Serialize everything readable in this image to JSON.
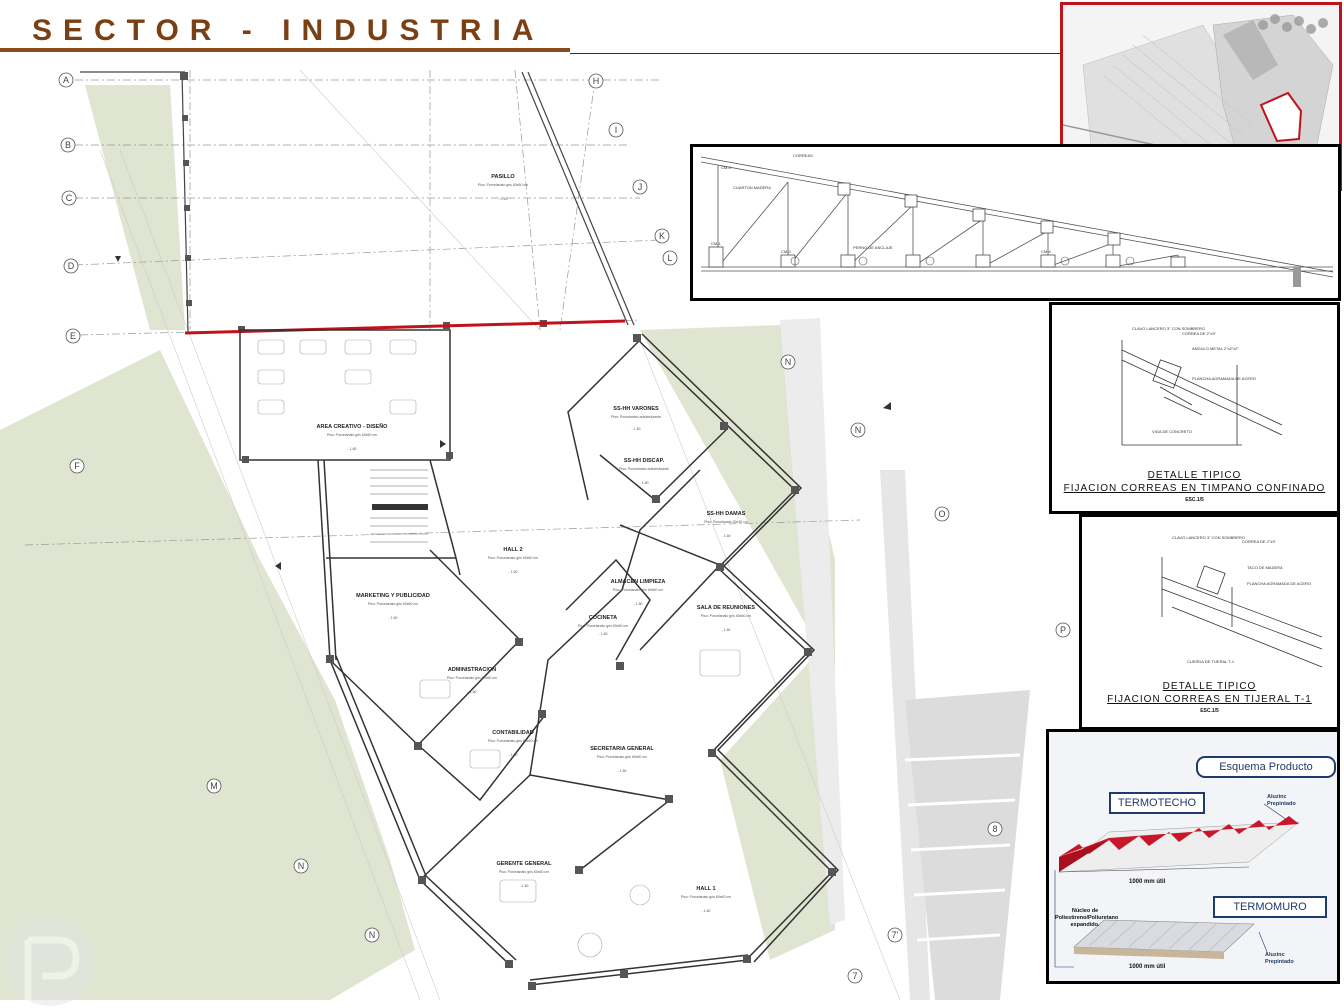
{
  "header": {
    "title": "SECTOR - INDUSTRIA"
  },
  "plan": {
    "rooms": [
      {
        "name": "PASILLO",
        "info": "Piso: Porcelanato gris 60x60 cm",
        "level": "- 0.15"
      },
      {
        "name": "AREA CREATIVO - DISEÑO",
        "info": "Piso: Porcelanato gris 60x60 cm",
        "level": "- 1.60"
      },
      {
        "name": "SS-HH VARONES",
        "info": "Piso: Porcelanato antideslizante",
        "level": "- 1.60"
      },
      {
        "name": "SS-HH DISCAP.",
        "info": "Piso: Porcelanato antideslizante",
        "level": "- 1.60"
      },
      {
        "name": "SS-HH DAMAS",
        "info": "Piso: Porcelanato 30x30 cm",
        "level": "- 1.60"
      },
      {
        "name": "HALL 2",
        "info": "Piso: Porcelanato gris 60x60 cm",
        "level": "- 1.60"
      },
      {
        "name": "MARKETING Y PUBLICIDAD",
        "info": "Piso: Porcelanato gris 60x60 cm",
        "level": "- 1.60"
      },
      {
        "name": "ALMACEN LIMPIEZA",
        "info": "Piso: Porcelanato gris 60x60 cm",
        "level": "- 1.60"
      },
      {
        "name": "COCINETA",
        "info": "Piso: Porcelanato gris 60x60 cm",
        "level": "- 1.60"
      },
      {
        "name": "SALA DE REUNIONES",
        "info": "Piso: Porcelanato gris 60x60 cm",
        "level": "- 1.60"
      },
      {
        "name": "ADMINISTRACION",
        "info": "Piso: Porcelanato gris 60x60 cm",
        "level": "- 1.60"
      },
      {
        "name": "CONTABILIDAD",
        "info": "Piso: Porcelanato gris 60x60 cm",
        "level": "- 1.60"
      },
      {
        "name": "SECRETARIA GENERAL",
        "info": "Piso: Porcelanato gris 60x60 cm",
        "level": "- 1.60"
      },
      {
        "name": "GERENTE GENERAL",
        "info": "Piso: Porcelanato gris 60x60 cm",
        "level": "- 1.60"
      },
      {
        "name": "HALL 1",
        "info": "Piso: Porcelanato gris 60x60 cm",
        "level": "- 1.60"
      }
    ],
    "axes": [
      "A",
      "B",
      "C",
      "D",
      "E",
      "F",
      "H",
      "I",
      "J",
      "K",
      "L",
      "N",
      "N",
      "O",
      "P",
      "M",
      "N",
      "N",
      "8",
      "7'",
      "7"
    ]
  },
  "truss_panel": {
    "labels": [
      "CM-3",
      "CM-1",
      "CM-2",
      "CM-4",
      "CORREAS",
      "CUARTON MADERA",
      "PERNO DE ANCLAJE"
    ]
  },
  "detail_1": {
    "title_line1": "DETALLE TIPICO",
    "title_line2": "FIJACION CORREAS EN TIMPANO CONFINADO",
    "scale": "ESC.1/5",
    "notes": [
      "CLAVO LANCERO 3\" CON SOMBRERO",
      "CORREA DE 2\"x3\"",
      "ANGULO METAL 2\"x2\"x2\"",
      "PLANCHA AGRAMADA DE ACERO",
      "VIGA DE CONCRETO"
    ]
  },
  "detail_2": {
    "title_line1": "DETALLE TIPICO",
    "title_line2": "FIJACION CORREAS EN TIJERAL T-1",
    "scale": "ESC.1/5",
    "notes": [
      "CLAVO LANCERO 3\" CON SOMBRERO",
      "CORREA DE 2\"x3\"",
      "TACO DE MADERA",
      "PLANCHA AGRAMADA DE ACERO",
      "CUERDA DE TIJERAL T-1"
    ]
  },
  "product": {
    "heading": "Esquema Producto",
    "termotecho": "TERMOTECHO",
    "termomuro": "TERMOMURO",
    "aluzinc_top": "Aluzinc Prepintado",
    "aluzinc_bottom": "Aluzinc Prepintado",
    "width_top": "1000 mm útil",
    "width_bottom": "1000 mm útil",
    "core": "Núcleo de Poliestireno/Poliuretano expandido."
  },
  "colors": {
    "title": "#7a3f12",
    "highlight": "#c0121b",
    "green": "#dde3cf",
    "navy": "#1f3a6d"
  }
}
